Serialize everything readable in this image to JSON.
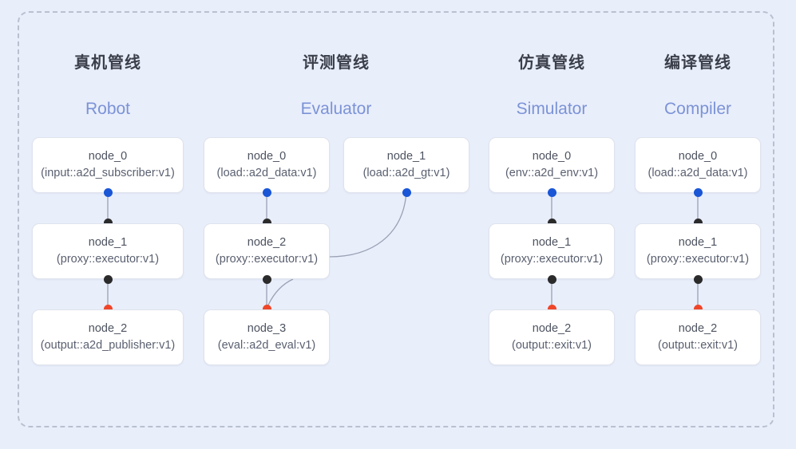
{
  "diagram": {
    "background_color": "#e9eefb",
    "frame_border_color": "#b9c0cf",
    "port_colors": {
      "input": "#1a56d6",
      "intermediate": "#2b2b2b",
      "output": "#ef462a"
    },
    "columns": [
      {
        "title": "真机管线",
        "subtitle": "Robot",
        "nodes": [
          {
            "name": "node_0",
            "type": "(input::a2d_subscriber:v1)"
          },
          {
            "name": "node_1",
            "type": "(proxy::executor:v1)"
          },
          {
            "name": "node_2",
            "type": "(output::a2d_publisher:v1)"
          }
        ]
      },
      {
        "title": "评测管线",
        "subtitle": "Evaluator",
        "nodes": [
          {
            "name": "node_0",
            "type": "(load::a2d_data:v1)"
          },
          {
            "name": "node_1",
            "type": "(load::a2d_gt:v1)"
          },
          {
            "name": "node_2",
            "type": "(proxy::executor:v1)"
          },
          {
            "name": "node_3",
            "type": "(eval::a2d_eval:v1)"
          }
        ]
      },
      {
        "title": "仿真管线",
        "subtitle": "Simulator",
        "nodes": [
          {
            "name": "node_0",
            "type": "(env::a2d_env:v1)"
          },
          {
            "name": "node_1",
            "type": "(proxy::executor:v1)"
          },
          {
            "name": "node_2",
            "type": "(output::exit:v1)"
          }
        ]
      },
      {
        "title": "编译管线",
        "subtitle": "Compiler",
        "nodes": [
          {
            "name": "node_0",
            "type": "(load::a2d_data:v1)"
          },
          {
            "name": "node_1",
            "type": "(proxy::executor:v1)"
          },
          {
            "name": "node_2",
            "type": "(output::exit:v1)"
          }
        ]
      }
    ]
  }
}
